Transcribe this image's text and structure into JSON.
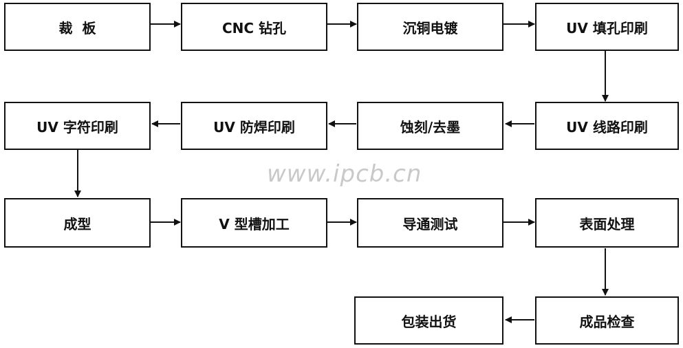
{
  "steps": {
    "s1": "裁  板",
    "s2": "CNC 钻孔",
    "s3": "沉铜电镀",
    "s4": "UV 填孔印刷",
    "s5": "UV 线路印刷",
    "s6": "蚀刻/去墨",
    "s7": "UV 防焊印刷",
    "s8": "UV 字符印刷",
    "s9": "成型",
    "s10": "V 型槽加工",
    "s11": "导通测试",
    "s12": "表面处理",
    "s13": "成品检查",
    "s14": "包装出货"
  },
  "watermark": "www.ipcb.cn"
}
